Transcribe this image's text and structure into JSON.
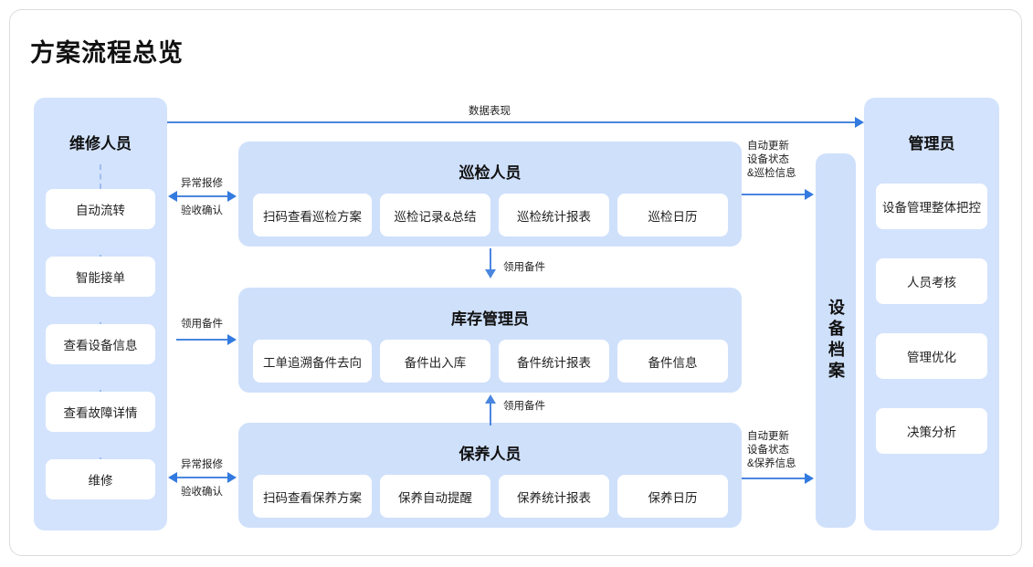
{
  "page": {
    "title": "方案流程总览"
  },
  "left_column": {
    "title": "维修人员",
    "items": [
      {
        "label": "自动流转"
      },
      {
        "label": "智能接单"
      },
      {
        "label": "查看设备信息"
      },
      {
        "label": "查看故障详情"
      },
      {
        "label": "维修"
      }
    ]
  },
  "right_column": {
    "title": "管理员",
    "items": [
      {
        "label": "设备管理整体把控"
      },
      {
        "label": "人员考核"
      },
      {
        "label": "管理优化"
      },
      {
        "label": "决策分析"
      }
    ]
  },
  "archive_bar": {
    "label": "设备档案"
  },
  "panels": [
    {
      "title": "巡检人员",
      "chips": [
        "扫码查看巡检方案",
        "巡检记录&总结",
        "巡检统计报表",
        "巡检日历"
      ]
    },
    {
      "title": "库存管理员",
      "chips": [
        "工单追溯备件去向",
        "备件出入库",
        "备件统计报表",
        "备件信息"
      ]
    },
    {
      "title": "保养人员",
      "chips": [
        "扫码查看保养方案",
        "保养自动提醒",
        "保养统计报表",
        "保养日历"
      ]
    }
  ],
  "edges": {
    "top_data": "数据表现",
    "inspect_report": "异常报修",
    "inspect_confirm": "验收确认",
    "maint_report": "异常报修",
    "maint_confirm": "验收确认",
    "parts_request_left": "领用备件",
    "parts_request_down": "领用备件",
    "parts_request_up": "领用备件",
    "auto_update_inspect": "自动更新\n设备状态\n&巡检信息",
    "auto_update_inspect_l1": "自动更新",
    "auto_update_inspect_l2": "设备状态",
    "auto_update_inspect_l3": "&巡检信息",
    "auto_update_maint_l1": "自动更新",
    "auto_update_maint_l2": "设备状态",
    "auto_update_maint_l3": "&保养信息"
  },
  "colors": {
    "panel_bg": "#cfe0fb",
    "column_bg": "#d3e3fd",
    "card_bg": "#ffffff",
    "arrow": "#4a86df",
    "arrow_head": "#337ae0",
    "dashed": "#9dbdf0",
    "frame_border": "#dcdcdc",
    "text": "#1a1a1a"
  }
}
